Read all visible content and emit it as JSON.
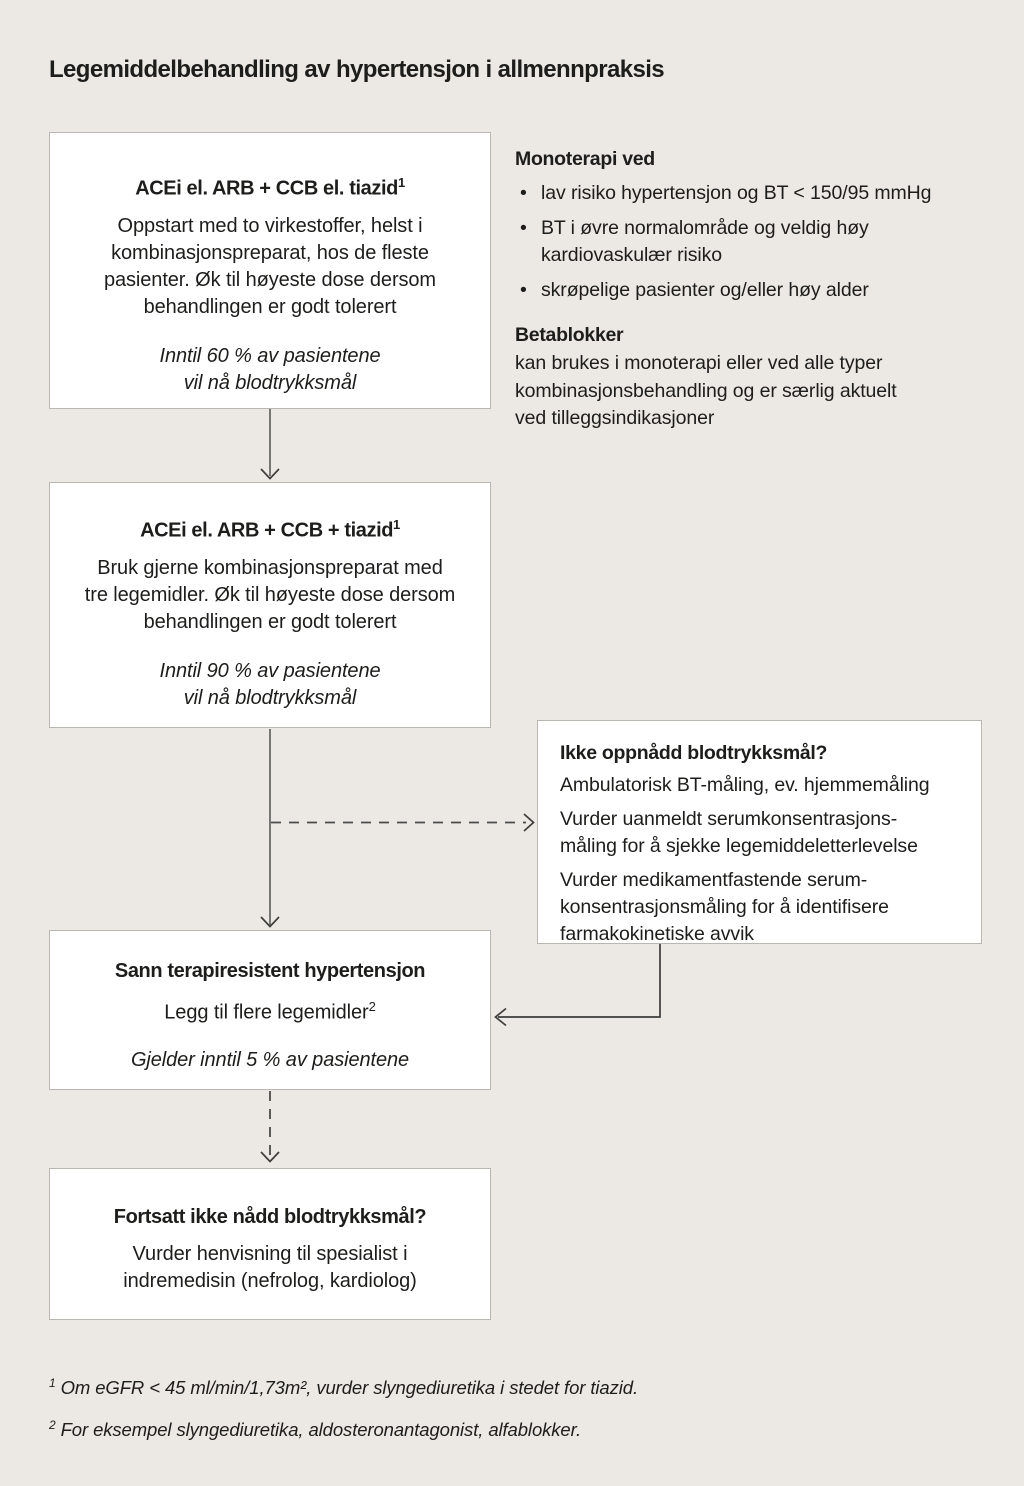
{
  "colors": {
    "page_bg": "#ece9e4",
    "box_bg": "#ffffff",
    "box_border": "#bab7b3",
    "text": "#1d1d1b",
    "arrow_line": "#6a6a68",
    "arrow_head": "#3d3d3b"
  },
  "title": "Legemiddelbehandling av hypertensjon i allmennpraksis",
  "flow": {
    "step1": {
      "heading": "ACEi el. ARB + CCB el. tiazid",
      "footnote_ref": "1",
      "body": "Oppstart med to virkestoffer, helst i\nkombinasjonspreparat, hos de fleste\npasienter. Øk til høyeste dose dersom\nbehandlingen er godt tolerert",
      "note": "Inntil 60 % av pasientene\nvil nå blodtrykksmål"
    },
    "step2": {
      "heading": "ACEi el. ARB + CCB + tiazid",
      "footnote_ref": "1",
      "body": "Bruk gjerne kombinasjonspreparat med\ntre legemidler. Øk til høyeste dose dersom\nbehandlingen er godt tolerert",
      "note": "Inntil 90 % av pasientene\nvil nå blodtrykksmål"
    },
    "step3": {
      "heading": "Sann terapiresistent hypertensjon",
      "subheading": "Legg til flere legemidler",
      "footnote_ref": "2",
      "note": "Gjelder inntil 5 % av pasientene"
    },
    "step4": {
      "heading": "Fortsatt ikke nådd blodtrykksmål?",
      "body": "Vurder henvisning til spesialist i\nindremedisin (nefrolog, kardiolog)"
    }
  },
  "side_panel": {
    "monotherapy": {
      "heading": "Monoterapi ved",
      "bullet_glyph": "•",
      "bullets": [
        "lav risiko hypertensjon og BT < 150/95 mmHg",
        "BT i øvre normalområde og veldig høy\nkardiovaskulær risiko",
        "skrøpelige pasienter og/eller høy alder"
      ]
    },
    "betablocker": {
      "heading": "Betablokker",
      "body": "kan brukes i monoterapi eller ved alle typer\nkombinasjonsbehandling og er særlig aktuelt\nved tilleggsindikasjoner"
    }
  },
  "callout": {
    "heading": "Ikke oppnådd blodtrykksmål?",
    "lines": [
      "Ambulatorisk BT-måling, ev. hjemmemåling",
      "Vurder uanmeldt serumkonsentrasjons-\nmåling for å sjekke legemiddeletterlevelse",
      "Vurder medikamentfastende serum-\nkonsentrasjonsmåling for å identifisere\nfarmakokinetiske avvik"
    ]
  },
  "footnotes": [
    {
      "marker": "1",
      "text": "Om eGFR < 45 ml/min/1,73m², vurder slyngediuretika i stedet for tiazid."
    },
    {
      "marker": "2",
      "text": "For eksempel slyngediuretika, aldosteronantagonist, alfablokker."
    }
  ]
}
